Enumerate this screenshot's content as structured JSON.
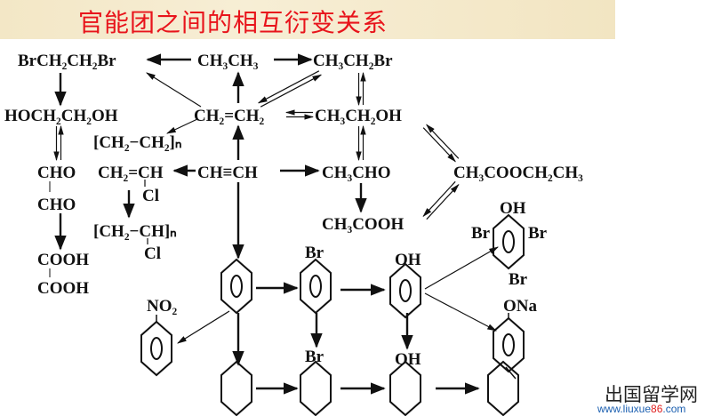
{
  "title": "官能团之间的相互衍变关系",
  "colors": {
    "title": "#e8141b",
    "banner": "#f3e7c6",
    "ink": "#111111",
    "watermark_link": "#1b5fb0"
  },
  "compounds": {
    "dibromoethane": "BrCH₂CH₂Br",
    "ethane": "CH₃CH₃",
    "bromoethane": "CH₃CH₂Br",
    "ethylene_glycol": "HOCH₂CH₂OH",
    "ethylene": "CH₂=CH₂",
    "ethanol": "CH₃CH₂OH",
    "polyethylene": "[CH₂−CH₂]ₙ",
    "glyoxal_top": "CHO",
    "glyoxal_bottom": "CHO",
    "vinyl_chloride": "CH₂=CH",
    "vinyl_chloride_cl": "Cl",
    "acetylene": "CH≡CH",
    "acetaldehyde": "CH₃CHO",
    "ethyl_acetate": "CH₃COOCH₂CH₃",
    "acetic_acid": "CH₃COOH",
    "pvc": "[CH₂−CH]ₙ",
    "pvc_cl": "Cl",
    "oxalic_top": "COOH",
    "oxalic_bottom": "COOH",
    "bromobenzene_sub": "Br",
    "phenol_sub": "OH",
    "tribromophenol_oh": "OH",
    "tribromophenol_br_left": "Br",
    "tribromophenol_br_right": "Br",
    "tribromophenol_br_bottom": "Br",
    "phenoxide_sub": "ONa",
    "nitrobenzene_sub": "NO₂",
    "bromocyclohexane_sub": "Br",
    "cyclohexanol_sub": "OH"
  },
  "watermark": {
    "name": "出国留学网",
    "url_prefix": "www.liuxue",
    "url_accent": "86",
    "url_suffix": ".com"
  }
}
